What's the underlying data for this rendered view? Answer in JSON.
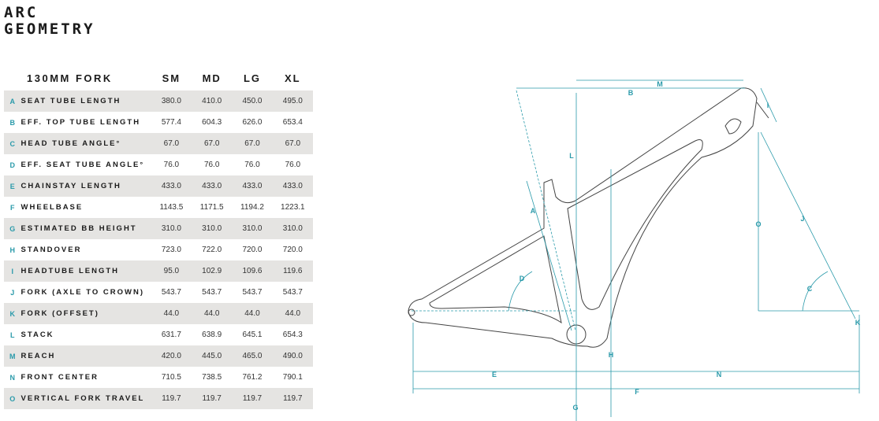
{
  "title": [
    "ARC",
    "GEOMETRY"
  ],
  "table": {
    "header": {
      "fork": "130MM FORK",
      "sizes": [
        "SM",
        "MD",
        "LG",
        "XL"
      ]
    },
    "rows": [
      {
        "letter": "A",
        "name": "SEAT TUBE LENGTH",
        "values": [
          "380.0",
          "410.0",
          "450.0",
          "495.0"
        ]
      },
      {
        "letter": "B",
        "name": "EFF. TOP TUBE LENGTH",
        "values": [
          "577.4",
          "604.3",
          "626.0",
          "653.4"
        ]
      },
      {
        "letter": "C",
        "name": "HEAD TUBE ANGLE°",
        "values": [
          "67.0",
          "67.0",
          "67.0",
          "67.0"
        ]
      },
      {
        "letter": "D",
        "name": "EFF. SEAT TUBE ANGLE°",
        "values": [
          "76.0",
          "76.0",
          "76.0",
          "76.0"
        ]
      },
      {
        "letter": "E",
        "name": "CHAINSTAY LENGTH",
        "values": [
          "433.0",
          "433.0",
          "433.0",
          "433.0"
        ]
      },
      {
        "letter": "F",
        "name": "WHEELBASE",
        "values": [
          "1143.5",
          "1171.5",
          "1194.2",
          "1223.1"
        ]
      },
      {
        "letter": "G",
        "name": "ESTIMATED BB HEIGHT",
        "values": [
          "310.0",
          "310.0",
          "310.0",
          "310.0"
        ]
      },
      {
        "letter": "H",
        "name": "STANDOVER",
        "values": [
          "723.0",
          "722.0",
          "720.0",
          "720.0"
        ]
      },
      {
        "letter": "I",
        "name": "HEADTUBE LENGTH",
        "values": [
          "95.0",
          "102.9",
          "109.6",
          "119.6"
        ]
      },
      {
        "letter": "J",
        "name": "FORK (AXLE TO CROWN)",
        "values": [
          "543.7",
          "543.7",
          "543.7",
          "543.7"
        ]
      },
      {
        "letter": "K",
        "name": "FORK (OFFSET)",
        "values": [
          "44.0",
          "44.0",
          "44.0",
          "44.0"
        ]
      },
      {
        "letter": "L",
        "name": "STACK",
        "values": [
          "631.7",
          "638.9",
          "645.1",
          "654.3"
        ]
      },
      {
        "letter": "M",
        "name": "REACH",
        "values": [
          "420.0",
          "445.0",
          "465.0",
          "490.0"
        ]
      },
      {
        "letter": "N",
        "name": "FRONT CENTER",
        "values": [
          "710.5",
          "738.5",
          "761.2",
          "790.1"
        ]
      },
      {
        "letter": "O",
        "name": "VERTICAL FORK TRAVEL",
        "values": [
          "119.7",
          "119.7",
          "119.7",
          "119.7"
        ]
      }
    ]
  },
  "diagram": {
    "labels": {
      "A": "A",
      "B": "B",
      "C": "C",
      "D": "D",
      "E": "E",
      "F": "F",
      "G": "G",
      "H": "H",
      "I": "I",
      "J": "J",
      "K": "K",
      "L": "L",
      "M": "M",
      "N": "N",
      "O": "O"
    },
    "accent": "#2a9aaa"
  }
}
